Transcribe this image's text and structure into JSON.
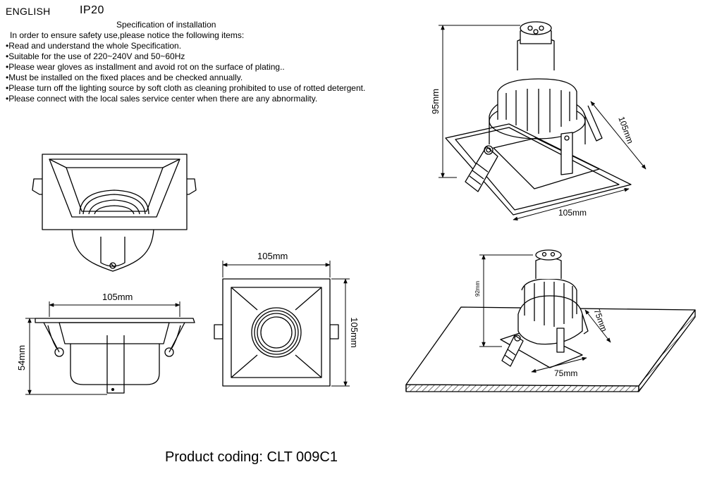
{
  "header": {
    "language": "ENGLISH",
    "ip_rating": "IP20"
  },
  "instructions": {
    "title": "Specification of installation",
    "intro": "In order to ensure safety use,please notice the following items:",
    "items": [
      "Read and understand the whole Specification.",
      "Suitable for the use of 220~240V and 50~60Hz",
      "Please wear gloves as installment and avoid rot on the surface of plating..",
      "Must be installed on the fixed places and be checked annually.",
      "Please turn off the lighting source by soft cloth as cleaning prohibited to use of rotted detergent.",
      "Please connect with the local sales service center when there are any abnormality."
    ]
  },
  "dimensions": {
    "side_width": "105mm",
    "side_height": "54mm",
    "top_width": "105mm",
    "top_height": "105mm",
    "iso_height": "95mm",
    "iso_width": "105mm",
    "iso_depth": "105mm",
    "cutout_height": "92mm",
    "cutout_width": "75mm",
    "cutout_depth": "75mm"
  },
  "product": {
    "coding": "Product coding: CLT 009C1"
  }
}
